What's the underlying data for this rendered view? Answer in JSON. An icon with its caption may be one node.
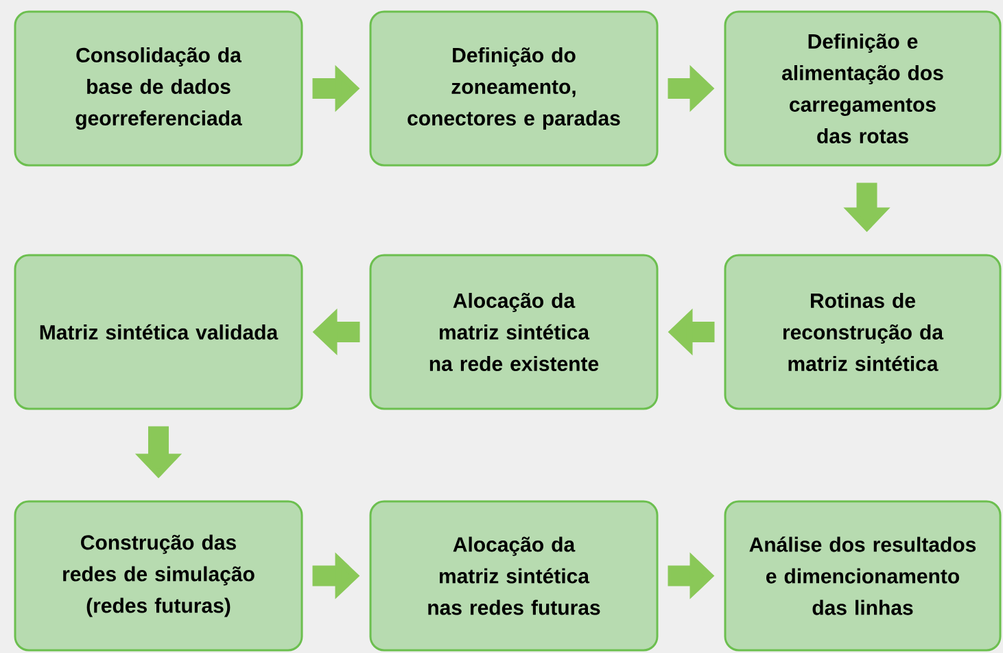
{
  "diagram": {
    "nodes": [
      {
        "text": [
          "Consolidação da base de dados georreferenciada"
        ]
      },
      {
        "text": [
          "Definição do zoneamento, conectores e paradas"
        ]
      },
      {
        "text": [
          "Definição e alimentação dos carregamentos das rotas"
        ]
      },
      {
        "text": [
          "Matriz sintética validada"
        ]
      },
      {
        "text": [
          "Alocação da matriz sintética na rede existente"
        ]
      },
      {
        "text": [
          "Rotinas de reconstrução da matriz sintética"
        ]
      },
      {
        "text": [
          "Construção das redes de simulação (redes futuras)"
        ]
      },
      {
        "text": [
          "Alocação da matriz sintética nas redes futuras"
        ]
      },
      {
        "text": [
          "Análise dos resultados e dimencionamento das linhas"
        ]
      }
    ],
    "edges": [
      {
        "from": 0,
        "to": 1,
        "arrow": "to"
      },
      {
        "from": 1,
        "to": 2,
        "arrow": "to"
      },
      {
        "from": 2,
        "to": 5,
        "arrow": "to"
      },
      {
        "from": 5,
        "to": 4,
        "arrow": "to"
      },
      {
        "from": 4,
        "to": 3,
        "arrow": "to"
      },
      {
        "from": 3,
        "to": 6,
        "arrow": "to"
      },
      {
        "from": 6,
        "to": 7,
        "arrow": "to"
      },
      {
        "from": 7,
        "to": 8,
        "arrow": "to"
      }
    ]
  }
}
